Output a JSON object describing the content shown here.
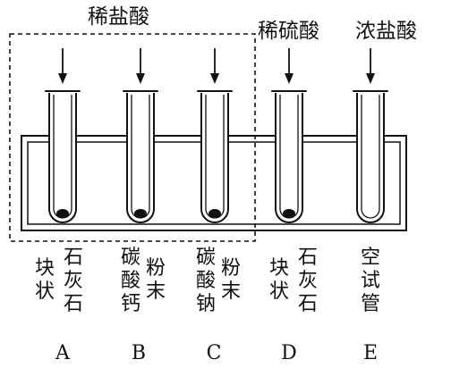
{
  "acids": {
    "dilute_hcl": "稀盐酸",
    "dilute_h2so4": "稀硫酸",
    "conc_hcl": "浓盐酸"
  },
  "tubes": [
    {
      "letter": "A",
      "col1": "块状",
      "col2": "石灰石",
      "has_solid": true
    },
    {
      "letter": "B",
      "col1": "碳酸钙",
      "col2": "粉末",
      "has_solid": true
    },
    {
      "letter": "C",
      "col1": "碳酸钠",
      "col2": "粉末",
      "has_solid": true
    },
    {
      "letter": "D",
      "col1": "块状",
      "col2": "石灰石",
      "has_solid": true
    },
    {
      "letter": "E",
      "col1": "空试管",
      "col2": "",
      "has_solid": false
    }
  ],
  "colors": {
    "ink": "#111111",
    "background": "#ffffff"
  }
}
